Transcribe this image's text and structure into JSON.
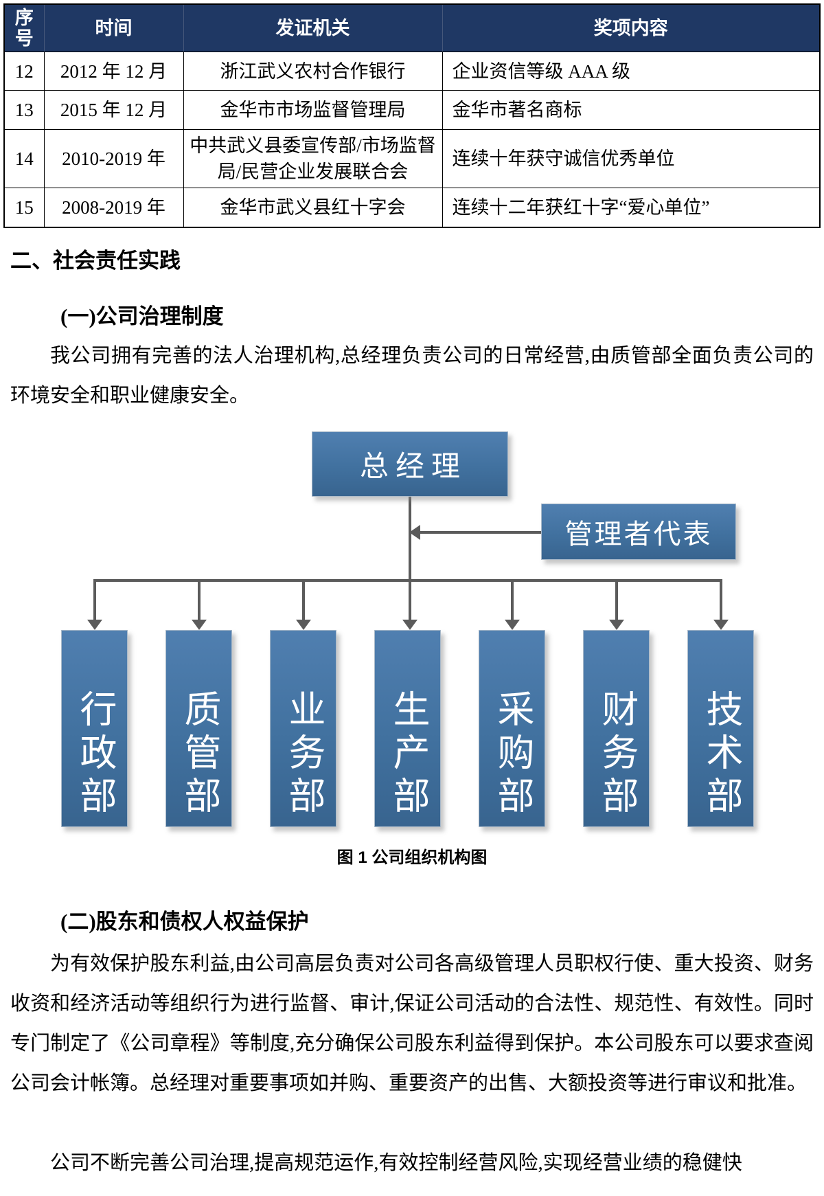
{
  "colors": {
    "table_header_bg": "#1f3864",
    "table_header_text": "#ffffff",
    "chart_box_blue_top": "#507fb0",
    "chart_box_blue_bottom": "#38648f",
    "connector_gray": "#5b5b5b"
  },
  "awards_table": {
    "headers": [
      "序号",
      "时间",
      "发证机关",
      "奖项内容"
    ],
    "rows": [
      [
        "12",
        "2012 年 12 月",
        "浙江武义农村合作银行",
        "企业资信等级 AAA 级"
      ],
      [
        "13",
        "2015 年 12 月",
        "金华市市场监督管理局",
        "金华市著名商标"
      ],
      [
        "14",
        "2010-2019 年",
        "中共武义县委宣传部/市场监督局/民营企业发展联合会",
        "连续十年获守诚信优秀单位"
      ],
      [
        "15",
        "2008-2019 年",
        "金华市武义县红十字会",
        "连续十二年获红十字“爱心单位”"
      ]
    ]
  },
  "sections": {
    "main_heading": "二、社会责任实践",
    "sub1_heading": "(一)公司治理制度",
    "sub1_paragraph": "我公司拥有完善的法人治理机构,总经理负责公司的日常经营,由质管部全面负责公司的环境安全和职业健康安全。",
    "figure_caption": "图 1  公司组织机构图",
    "sub2_heading": "(二)股东和债权人权益保护",
    "sub2_paragraph": "为有效保护股东利益,由公司高层负责对公司各高级管理人员职权行使、重大投资、财务收资和经济活动等组织行为进行监督、审计,保证公司活动的合法性、规范性、有效性。同时专门制定了《公司章程》等制度,充分确保公司股东利益得到保护。本公司股东可以要求查阅公司会计帐簿。总经理对重要事项如并购、重要资产的出售、大额投资等进行审议和批准。",
    "closing_paragraph": "公司不断完善公司治理,提高规范运作,有效控制经营风险,实现经营业绩的稳健快"
  },
  "org_chart": {
    "root": "总经理",
    "staff": "管理者代表",
    "departments": [
      "行政部",
      "质管部",
      "业务部",
      "生产部",
      "采购部",
      "财务部",
      "技术部"
    ]
  }
}
